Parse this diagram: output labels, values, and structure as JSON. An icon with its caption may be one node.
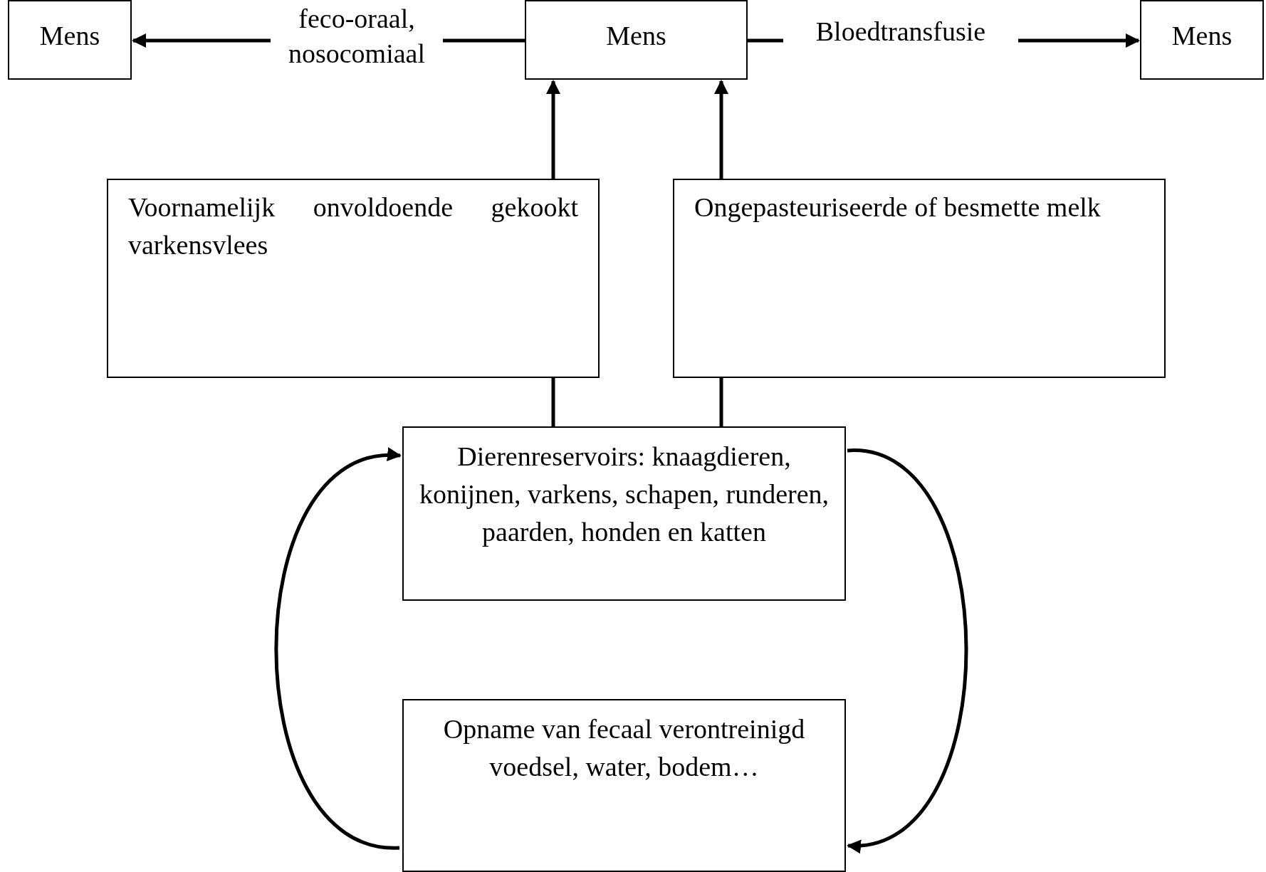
{
  "diagram": {
    "nodes": [
      {
        "text": [
          "Mens"
        ]
      },
      {
        "text": [
          "Mens"
        ]
      },
      {
        "text": [
          "Mens"
        ]
      },
      {
        "text": [
          "Voornamelijk onvoldoende gekookt varkensvlees"
        ]
      },
      {
        "text": [
          "Ongepasteuriseerde of besmette melk"
        ]
      },
      {
        "text": [
          "Dierenreservoirs: knaagdieren, konijnen, varkens, schapen, runderen, paarden, honden en katten"
        ]
      },
      {
        "text": [
          "Opname van fecaal verontreinigd voedsel, water, bodem…"
        ]
      }
    ],
    "edges": [
      {
        "from": 1,
        "to": 0,
        "arrow": "to",
        "label": "feco-oraal, nosocomiaal"
      },
      {
        "from": 1,
        "to": 2,
        "arrow": "to",
        "label": "Bloedtransfusie"
      },
      {
        "from": 3,
        "to": 1,
        "arrow": "to"
      },
      {
        "from": 4,
        "to": 1,
        "arrow": "to"
      },
      {
        "from": 5,
        "to": 3,
        "arrow": "none"
      },
      {
        "from": 5,
        "to": 4,
        "arrow": "none"
      },
      {
        "from": 5,
        "to": 6,
        "arrow": "to"
      },
      {
        "from": 6,
        "to": 5,
        "arrow": "to"
      }
    ]
  }
}
